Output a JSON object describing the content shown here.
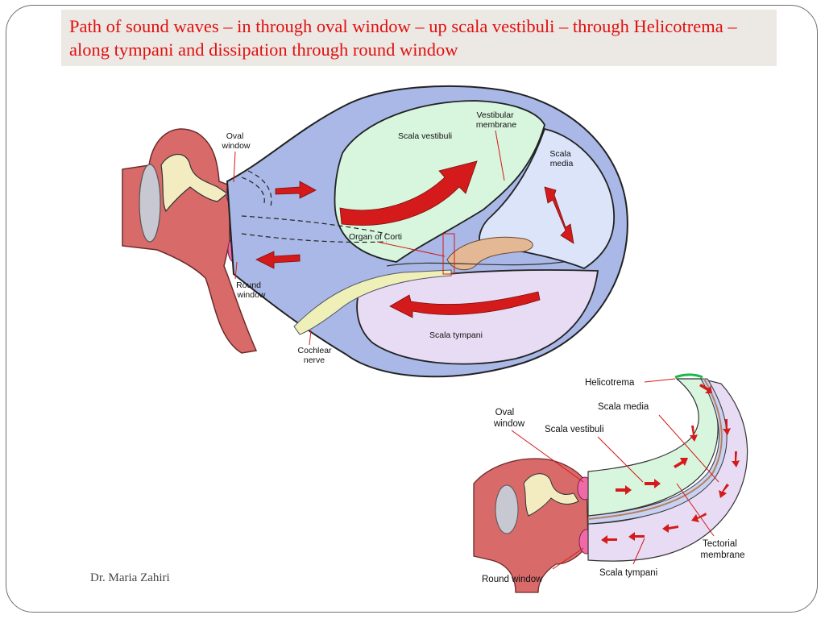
{
  "slide": {
    "title": "Path of sound waves – in through oval window – up scala vestibuli – through Helicotrema – along tympani and dissipation through round window",
    "footer": "Dr. Maria Zahiri"
  },
  "diagram_top": {
    "labels": {
      "oval_window": [
        "Oval",
        "window"
      ],
      "round_window": [
        "Round",
        "window"
      ],
      "cochlear_nerve": [
        "Cochlear",
        "nerve"
      ],
      "scala_vestibuli": "Scala vestibuli",
      "vestibular_membrane": [
        "Vestibular",
        "membrane"
      ],
      "scala_media": [
        "Scala",
        "media"
      ],
      "organ_of_corti": "Organ of Corti",
      "scala_tympani": "Scala tympani"
    }
  },
  "diagram_bottom": {
    "labels": {
      "helicotrema": "Helicotrema",
      "scala_media": "Scala media",
      "oval_window": [
        "Oval",
        "window"
      ],
      "scala_vestibuli": "Scala vestibuli",
      "tectorial_membrane": [
        "Tectorial",
        "membrane"
      ],
      "round_window": "Round window",
      "scala_tympani": "Scala tympani"
    }
  },
  "colors": {
    "title_red": "#e0100f",
    "title_bg": "#ece8e4",
    "tissue_red": "#d86a6a",
    "cochlea_blue": "#a9b8e6",
    "vestibuli_green": "#d8f5de",
    "tympani_purple": "#e8dcf4",
    "media_blue": "#dce4fa",
    "arrow_red": "#d41a1a"
  }
}
